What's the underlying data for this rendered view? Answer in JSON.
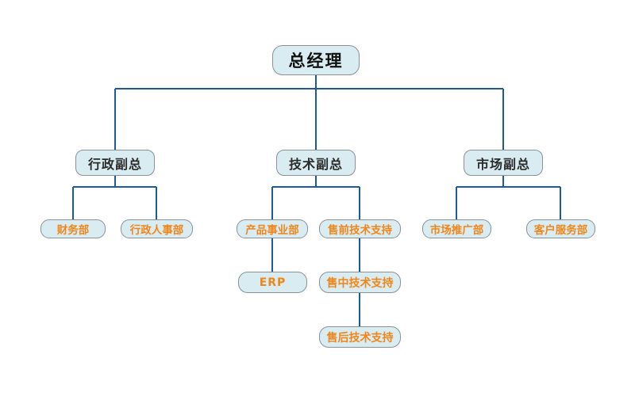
{
  "diagram": {
    "type": "org-chart",
    "description": "Company organization chart, 5 levels"
  },
  "colors": {
    "box_fill": "#d9ecf1",
    "box_border": "#8a9197",
    "line": "#1c5a9e",
    "exec_text": "#2b2b2b",
    "dept_text": "#f0861a",
    "bg": "#ffffff"
  },
  "org": {
    "label": "总经理",
    "children": [
      {
        "label": "行政副总",
        "children": [
          {
            "label": "财务部"
          },
          {
            "label": "行政人事部"
          }
        ]
      },
      {
        "label": "技术副总",
        "children": [
          {
            "label": "产品事业部",
            "children": [
              {
                "label": "ERP"
              }
            ]
          },
          {
            "label": "售前技术支持",
            "children": [
              {
                "label": "售中技术支持",
                "children": [
                  {
                    "label": "售后技术支持"
                  }
                ]
              }
            ]
          }
        ]
      },
      {
        "label": "市场副总",
        "children": [
          {
            "label": "市场推广部"
          },
          {
            "label": "客户服务部"
          }
        ]
      }
    ]
  }
}
